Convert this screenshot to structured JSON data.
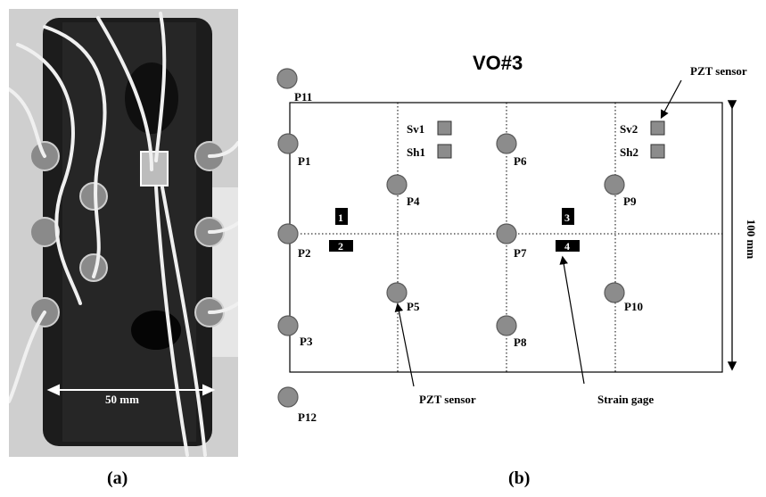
{
  "panel_a": {
    "caption": "(a)",
    "scale_label": "50 mm"
  },
  "panel_b": {
    "caption": "(b)",
    "title": "VO#3",
    "dimension_label": "100 mm",
    "pzt_points": [
      {
        "id": "P1",
        "label": "P1"
      },
      {
        "id": "P2",
        "label": "P2"
      },
      {
        "id": "P3",
        "label": "P3"
      },
      {
        "id": "P4",
        "label": "P4"
      },
      {
        "id": "P5",
        "label": "P5"
      },
      {
        "id": "P6",
        "label": "P6"
      },
      {
        "id": "P7",
        "label": "P7"
      },
      {
        "id": "P8",
        "label": "P8"
      },
      {
        "id": "P9",
        "label": "P9"
      },
      {
        "id": "P10",
        "label": "P10"
      },
      {
        "id": "P11",
        "label": "P11"
      },
      {
        "id": "P12",
        "label": "P12"
      }
    ],
    "square_sensors": [
      {
        "id": "Sv1",
        "label": "Sv1"
      },
      {
        "id": "Sh1",
        "label": "Sh1"
      },
      {
        "id": "Sv2",
        "label": "Sv2"
      },
      {
        "id": "Sh2",
        "label": "Sh2"
      }
    ],
    "strain_gages": [
      {
        "id": "g1",
        "label": "1"
      },
      {
        "id": "g2",
        "label": "2"
      },
      {
        "id": "g3",
        "label": "3"
      },
      {
        "id": "g4",
        "label": "4"
      }
    ],
    "annotations": {
      "pzt_sensor_top": "PZT sensor",
      "pzt_sensor_bottom": "PZT sensor",
      "strain_gage": "Strain gage"
    },
    "colors": {
      "sensor_fill": "#8c8c8c",
      "gage_fill": "#000000"
    }
  }
}
